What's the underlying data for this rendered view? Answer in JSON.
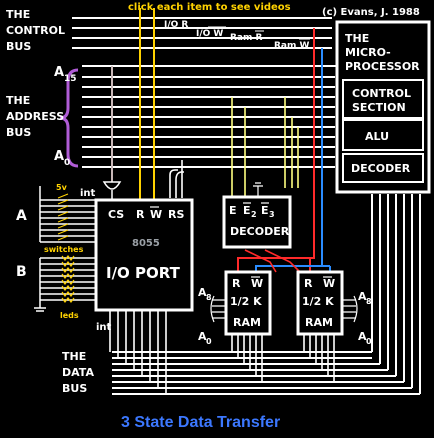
{
  "header": {
    "instruction": "click each item to see videos",
    "copyright": "(c) Evans, J. 1988"
  },
  "buses": {
    "control": [
      "THE",
      "CONTROL",
      "BUS"
    ],
    "address": [
      "THE",
      "ADDRESS",
      "BUS"
    ],
    "data": [
      "THE",
      "DATA",
      "BUS"
    ],
    "a_high_main": "A",
    "a_high_sub": "15",
    "a_low_main": "A",
    "a_low_sub": "0"
  },
  "control_signals": {
    "io_r": "I/O R",
    "io_w": "I/O W",
    "ram_r": "Ram R",
    "ram_w": "Ram W"
  },
  "microprocessor": {
    "title": [
      "THE",
      "MICRO-",
      "PROCESSOR"
    ],
    "control_section": [
      "CONTROL",
      "SECTION"
    ],
    "alu": "ALU",
    "decoder": "DECODER"
  },
  "io_port": {
    "chip": "8055",
    "name": "I/O PORT",
    "cs": "CS",
    "r": "R",
    "w": "W",
    "rs": "RS",
    "int_top": "int",
    "int_bottom": "int"
  },
  "decoder_chip": {
    "e": "E",
    "e2": "E",
    "e2_sub": "2",
    "e3": "E",
    "e3_sub": "3",
    "name": "DECODER"
  },
  "ram_left": {
    "r": "R",
    "w": "W",
    "size": "1/2 K",
    "name": "RAM",
    "a8": "A",
    "a8_sub": "8",
    "a0": "A",
    "a0_sub": "0"
  },
  "ram_right": {
    "r": "R",
    "w": "W",
    "size": "1/2 K",
    "name": "RAM",
    "a8": "A",
    "a8_sub": "8",
    "a0": "A",
    "a0_sub": "0"
  },
  "ports": {
    "a": "A",
    "b": "B",
    "supply": "5v",
    "switches": "switches",
    "leds": "leds"
  },
  "footer": {
    "title": "3 State Data Transfer"
  },
  "colors": {
    "background": "#000000",
    "bus_line": "#ffffff",
    "io_control_wire": "#ffd200",
    "ram_read_wire": "#ff2a2a",
    "ram_write_wire": "#2a8cff",
    "address_brace": "#b05cd6",
    "io_select_wire": "#c9b8b8",
    "decoder_wire": "#ffff80",
    "switch_label": "#ffd200",
    "led_label": "#ffd200",
    "title": "#3c78ff"
  }
}
